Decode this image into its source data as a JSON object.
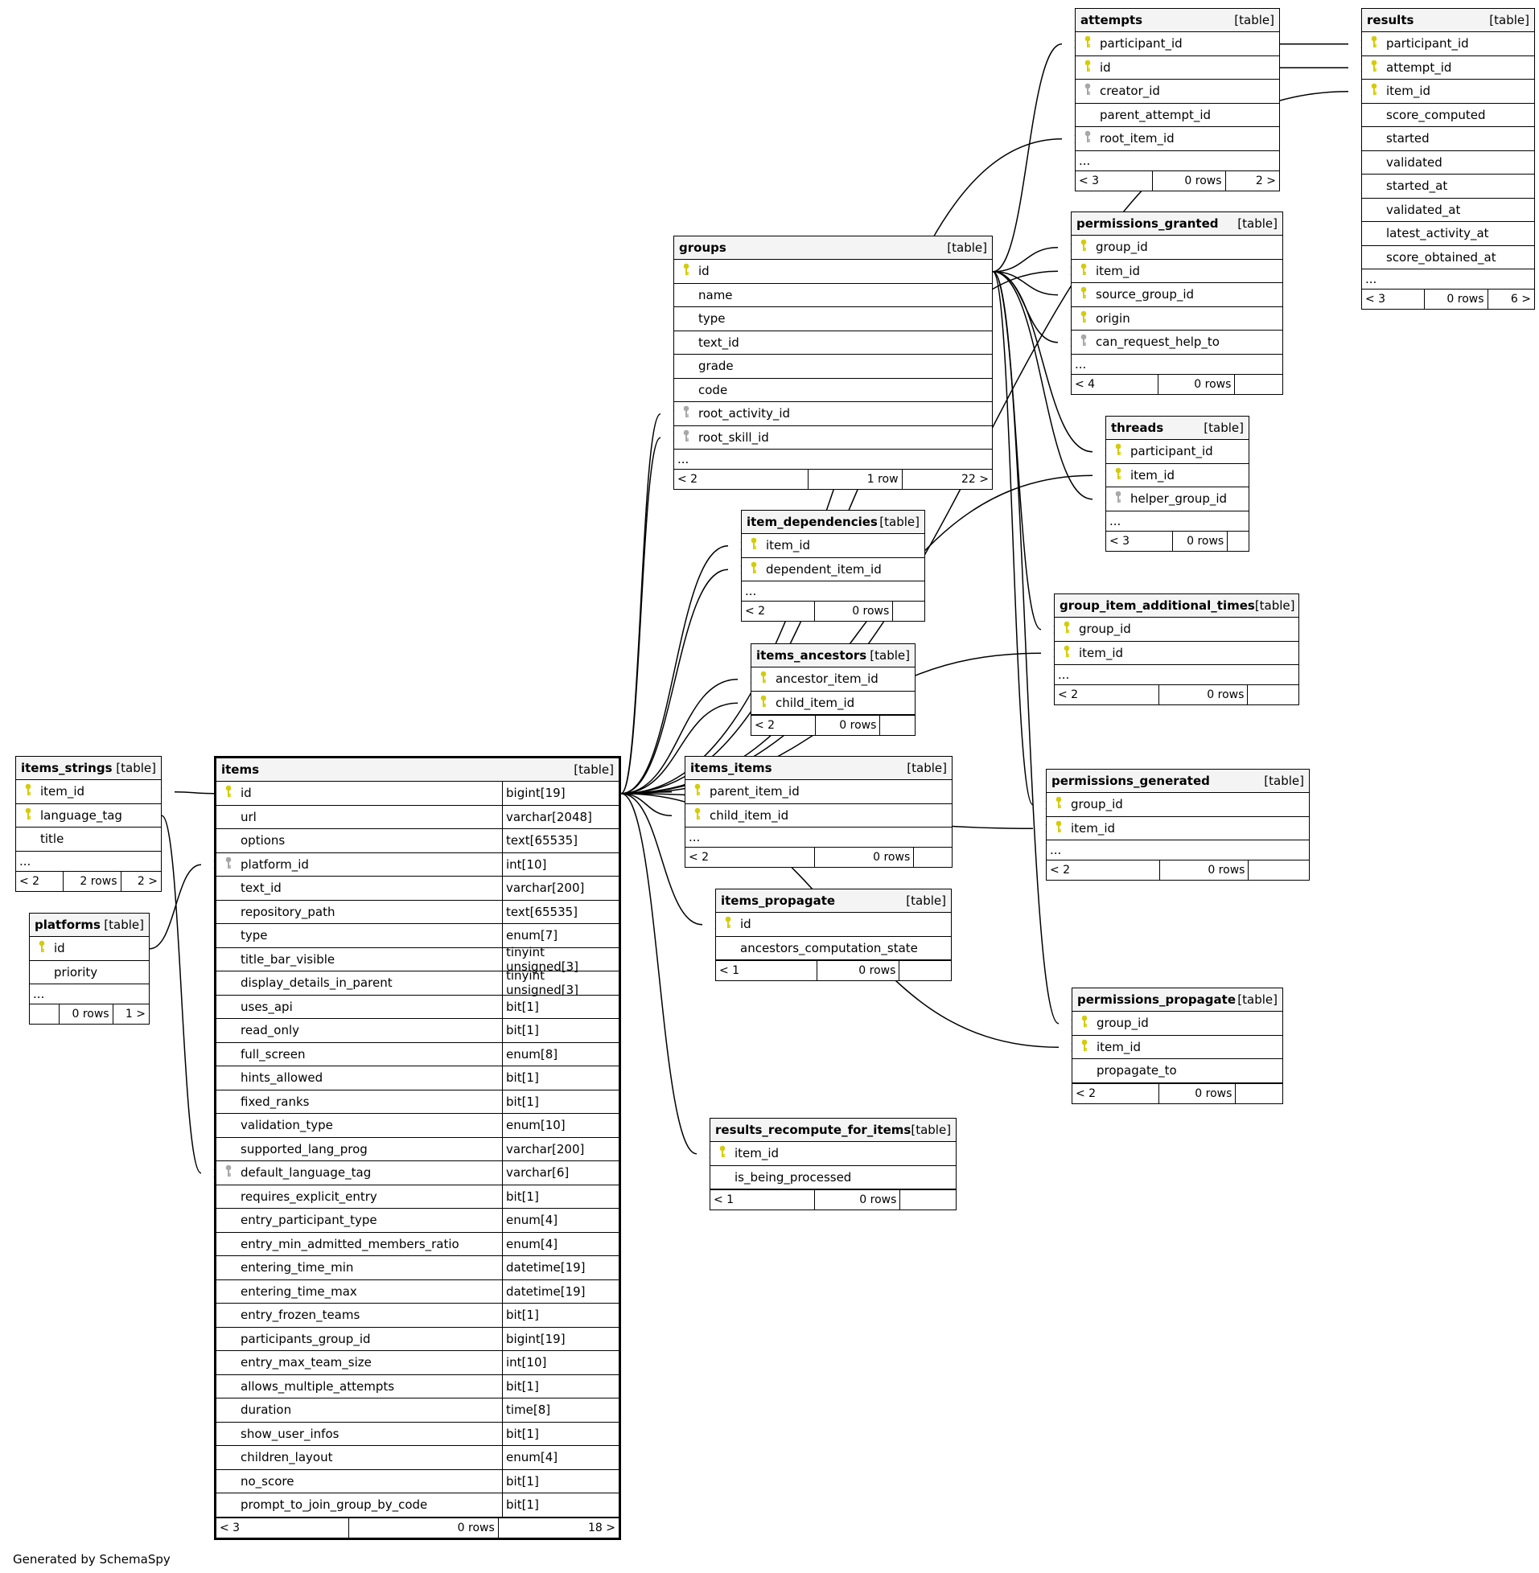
{
  "footer_credit": "Generated by SchemaSpy",
  "tables": {
    "attempts": {
      "name": "attempts",
      "tag": "[table]",
      "cols": [
        {
          "key": "pk",
          "name": "participant_id"
        },
        {
          "key": "pk",
          "name": "id"
        },
        {
          "key": "fk",
          "name": "creator_id"
        },
        {
          "key": "",
          "name": "parent_attempt_id"
        },
        {
          "key": "fk",
          "name": "root_item_id"
        }
      ],
      "ellipsis": "...",
      "parents": "< 3",
      "rows": "0 rows",
      "children": "2 >"
    },
    "results": {
      "name": "results",
      "tag": "[table]",
      "cols": [
        {
          "key": "pk",
          "name": "participant_id"
        },
        {
          "key": "pk",
          "name": "attempt_id"
        },
        {
          "key": "pk",
          "name": "item_id"
        },
        {
          "key": "",
          "name": "score_computed"
        },
        {
          "key": "",
          "name": "started"
        },
        {
          "key": "",
          "name": "validated"
        },
        {
          "key": "",
          "name": "started_at"
        },
        {
          "key": "",
          "name": "validated_at"
        },
        {
          "key": "",
          "name": "latest_activity_at"
        },
        {
          "key": "",
          "name": "score_obtained_at"
        }
      ],
      "ellipsis": "...",
      "parents": "< 3",
      "rows": "0 rows",
      "children": "6 >"
    },
    "groups": {
      "name": "groups",
      "tag": "[table]",
      "cols": [
        {
          "key": "pk",
          "name": "id"
        },
        {
          "key": "",
          "name": "name"
        },
        {
          "key": "",
          "name": "type"
        },
        {
          "key": "",
          "name": "text_id"
        },
        {
          "key": "",
          "name": "grade"
        },
        {
          "key": "",
          "name": "code"
        },
        {
          "key": "fk",
          "name": "root_activity_id"
        },
        {
          "key": "fk",
          "name": "root_skill_id"
        }
      ],
      "ellipsis": "...",
      "parents": "< 2",
      "rows": "1 row",
      "children": "22 >"
    },
    "permissions_granted": {
      "name": "permissions_granted",
      "tag": "[table]",
      "cols": [
        {
          "key": "pk",
          "name": "group_id"
        },
        {
          "key": "pk",
          "name": "item_id"
        },
        {
          "key": "pk",
          "name": "source_group_id"
        },
        {
          "key": "pk",
          "name": "origin"
        },
        {
          "key": "fk",
          "name": "can_request_help_to"
        }
      ],
      "ellipsis": "...",
      "parents": "< 4",
      "rows": "0 rows",
      "children": ""
    },
    "threads": {
      "name": "threads",
      "tag": "[table]",
      "cols": [
        {
          "key": "pk",
          "name": "participant_id"
        },
        {
          "key": "pk",
          "name": "item_id"
        },
        {
          "key": "fk",
          "name": "helper_group_id"
        }
      ],
      "ellipsis": "...",
      "parents": "< 3",
      "rows": "0 rows",
      "children": ""
    },
    "item_dependencies": {
      "name": "item_dependencies",
      "tag": "[table]",
      "cols": [
        {
          "key": "pk",
          "name": "item_id"
        },
        {
          "key": "pk",
          "name": "dependent_item_id"
        }
      ],
      "ellipsis": "...",
      "parents": "< 2",
      "rows": "0 rows",
      "children": ""
    },
    "group_item_additional_times": {
      "name": "group_item_additional_times",
      "tag": "[table]",
      "cols": [
        {
          "key": "pk",
          "name": "group_id"
        },
        {
          "key": "pk",
          "name": "item_id"
        }
      ],
      "ellipsis": "...",
      "parents": "< 2",
      "rows": "0 rows",
      "children": ""
    },
    "items_ancestors": {
      "name": "items_ancestors",
      "tag": "[table]",
      "cols": [
        {
          "key": "pk",
          "name": "ancestor_item_id"
        },
        {
          "key": "pk",
          "name": "child_item_id"
        }
      ],
      "ellipsis": "",
      "parents": "< 2",
      "rows": "0 rows",
      "children": ""
    },
    "items_strings": {
      "name": "items_strings",
      "tag": "[table]",
      "cols": [
        {
          "key": "pk",
          "name": "item_id"
        },
        {
          "key": "pk",
          "name": "language_tag"
        },
        {
          "key": "",
          "name": "title"
        }
      ],
      "ellipsis": "...",
      "parents": "< 2",
      "rows": "2 rows",
      "children": "2 >"
    },
    "items_items": {
      "name": "items_items",
      "tag": "[table]",
      "cols": [
        {
          "key": "pk",
          "name": "parent_item_id"
        },
        {
          "key": "pk",
          "name": "child_item_id"
        }
      ],
      "ellipsis": "...",
      "parents": "< 2",
      "rows": "0 rows",
      "children": ""
    },
    "permissions_generated": {
      "name": "permissions_generated",
      "tag": "[table]",
      "cols": [
        {
          "key": "pk",
          "name": "group_id"
        },
        {
          "key": "pk",
          "name": "item_id"
        }
      ],
      "ellipsis": "...",
      "parents": "< 2",
      "rows": "0 rows",
      "children": ""
    },
    "items_propagate": {
      "name": "items_propagate",
      "tag": "[table]",
      "cols": [
        {
          "key": "pk",
          "name": "id"
        },
        {
          "key": "",
          "name": "ancestors_computation_state"
        }
      ],
      "ellipsis": "",
      "parents": "< 1",
      "rows": "0 rows",
      "children": ""
    },
    "platforms": {
      "name": "platforms",
      "tag": "[table]",
      "cols": [
        {
          "key": "pk",
          "name": "id"
        },
        {
          "key": "",
          "name": "priority"
        }
      ],
      "ellipsis": "...",
      "parents": "",
      "rows": "0 rows",
      "children": "1 >"
    },
    "permissions_propagate": {
      "name": "permissions_propagate",
      "tag": "[table]",
      "cols": [
        {
          "key": "pk",
          "name": "group_id"
        },
        {
          "key": "pk",
          "name": "item_id"
        },
        {
          "key": "",
          "name": "propagate_to"
        }
      ],
      "ellipsis": "",
      "parents": "< 2",
      "rows": "0 rows",
      "children": ""
    },
    "results_recompute_for_items": {
      "name": "results_recompute_for_items",
      "tag": "[table]",
      "cols": [
        {
          "key": "pk",
          "name": "item_id"
        },
        {
          "key": "",
          "name": "is_being_processed"
        }
      ],
      "ellipsis": "",
      "parents": "< 1",
      "rows": "0 rows",
      "children": ""
    },
    "items": {
      "name": "items",
      "tag": "[table]",
      "cols": [
        {
          "key": "pk",
          "name": "id",
          "type": "bigint[19]"
        },
        {
          "key": "",
          "name": "url",
          "type": "varchar[2048]"
        },
        {
          "key": "",
          "name": "options",
          "type": "text[65535]"
        },
        {
          "key": "fk",
          "name": "platform_id",
          "type": "int[10]"
        },
        {
          "key": "",
          "name": "text_id",
          "type": "varchar[200]"
        },
        {
          "key": "",
          "name": "repository_path",
          "type": "text[65535]"
        },
        {
          "key": "",
          "name": "type",
          "type": "enum[7]"
        },
        {
          "key": "",
          "name": "title_bar_visible",
          "type": "tinyint unsigned[3]"
        },
        {
          "key": "",
          "name": "display_details_in_parent",
          "type": "tinyint unsigned[3]"
        },
        {
          "key": "",
          "name": "uses_api",
          "type": "bit[1]"
        },
        {
          "key": "",
          "name": "read_only",
          "type": "bit[1]"
        },
        {
          "key": "",
          "name": "full_screen",
          "type": "enum[8]"
        },
        {
          "key": "",
          "name": "hints_allowed",
          "type": "bit[1]"
        },
        {
          "key": "",
          "name": "fixed_ranks",
          "type": "bit[1]"
        },
        {
          "key": "",
          "name": "validation_type",
          "type": "enum[10]"
        },
        {
          "key": "",
          "name": "supported_lang_prog",
          "type": "varchar[200]"
        },
        {
          "key": "fk",
          "name": "default_language_tag",
          "type": "varchar[6]"
        },
        {
          "key": "",
          "name": "requires_explicit_entry",
          "type": "bit[1]"
        },
        {
          "key": "",
          "name": "entry_participant_type",
          "type": "enum[4]"
        },
        {
          "key": "",
          "name": "entry_min_admitted_members_ratio",
          "type": "enum[4]"
        },
        {
          "key": "",
          "name": "entering_time_min",
          "type": "datetime[19]"
        },
        {
          "key": "",
          "name": "entering_time_max",
          "type": "datetime[19]"
        },
        {
          "key": "",
          "name": "entry_frozen_teams",
          "type": "bit[1]"
        },
        {
          "key": "",
          "name": "participants_group_id",
          "type": "bigint[19]"
        },
        {
          "key": "",
          "name": "entry_max_team_size",
          "type": "int[10]"
        },
        {
          "key": "",
          "name": "allows_multiple_attempts",
          "type": "bit[1]"
        },
        {
          "key": "",
          "name": "duration",
          "type": "time[8]"
        },
        {
          "key": "",
          "name": "show_user_infos",
          "type": "bit[1]"
        },
        {
          "key": "",
          "name": "children_layout",
          "type": "enum[4]"
        },
        {
          "key": "",
          "name": "no_score",
          "type": "bit[1]"
        },
        {
          "key": "",
          "name": "prompt_to_join_group_by_code",
          "type": "bit[1]"
        }
      ],
      "ellipsis": "",
      "parents": "< 3",
      "rows": "0 rows",
      "children": "18 >"
    }
  },
  "relationships": [
    {
      "from": "attempts.participant_id",
      "to": "groups.id"
    },
    {
      "from": "attempts.root_item_id",
      "to": "items.id"
    },
    {
      "from": "results.participant_id",
      "to": "attempts.participant_id"
    },
    {
      "from": "results.attempt_id",
      "to": "attempts.id"
    },
    {
      "from": "results.item_id",
      "to": "items.id"
    },
    {
      "from": "groups.root_activity_id",
      "to": "items.id"
    },
    {
      "from": "groups.root_skill_id",
      "to": "items.id"
    },
    {
      "from": "permissions_granted.group_id",
      "to": "groups.id"
    },
    {
      "from": "permissions_granted.item_id",
      "to": "items.id"
    },
    {
      "from": "permissions_granted.source_group_id",
      "to": "groups.id"
    },
    {
      "from": "permissions_granted.can_request_help_to",
      "to": "groups.id"
    },
    {
      "from": "threads.participant_id",
      "to": "groups.id"
    },
    {
      "from": "threads.item_id",
      "to": "items.id"
    },
    {
      "from": "threads.helper_group_id",
      "to": "groups.id"
    },
    {
      "from": "item_dependencies.item_id",
      "to": "items.id"
    },
    {
      "from": "item_dependencies.dependent_item_id",
      "to": "items.id"
    },
    {
      "from": "group_item_additional_times.group_id",
      "to": "groups.id"
    },
    {
      "from": "group_item_additional_times.item_id",
      "to": "items.id"
    },
    {
      "from": "items_ancestors.ancestor_item_id",
      "to": "items.id"
    },
    {
      "from": "items_ancestors.child_item_id",
      "to": "items.id"
    },
    {
      "from": "items_items.parent_item_id",
      "to": "items.id"
    },
    {
      "from": "items_items.child_item_id",
      "to": "items.id"
    },
    {
      "from": "items_strings.item_id",
      "to": "items.id"
    },
    {
      "from": "permissions_generated.group_id",
      "to": "groups.id"
    },
    {
      "from": "permissions_generated.item_id",
      "to": "items.id"
    },
    {
      "from": "items_propagate.id",
      "to": "items.id"
    },
    {
      "from": "items.platform_id",
      "to": "platforms.id"
    },
    {
      "from": "items.default_language_tag",
      "to": "items_strings.language_tag"
    },
    {
      "from": "permissions_propagate.group_id",
      "to": "groups.id"
    },
    {
      "from": "permissions_propagate.item_id",
      "to": "items.id"
    },
    {
      "from": "results_recompute_for_items.item_id",
      "to": "items.id"
    }
  ]
}
